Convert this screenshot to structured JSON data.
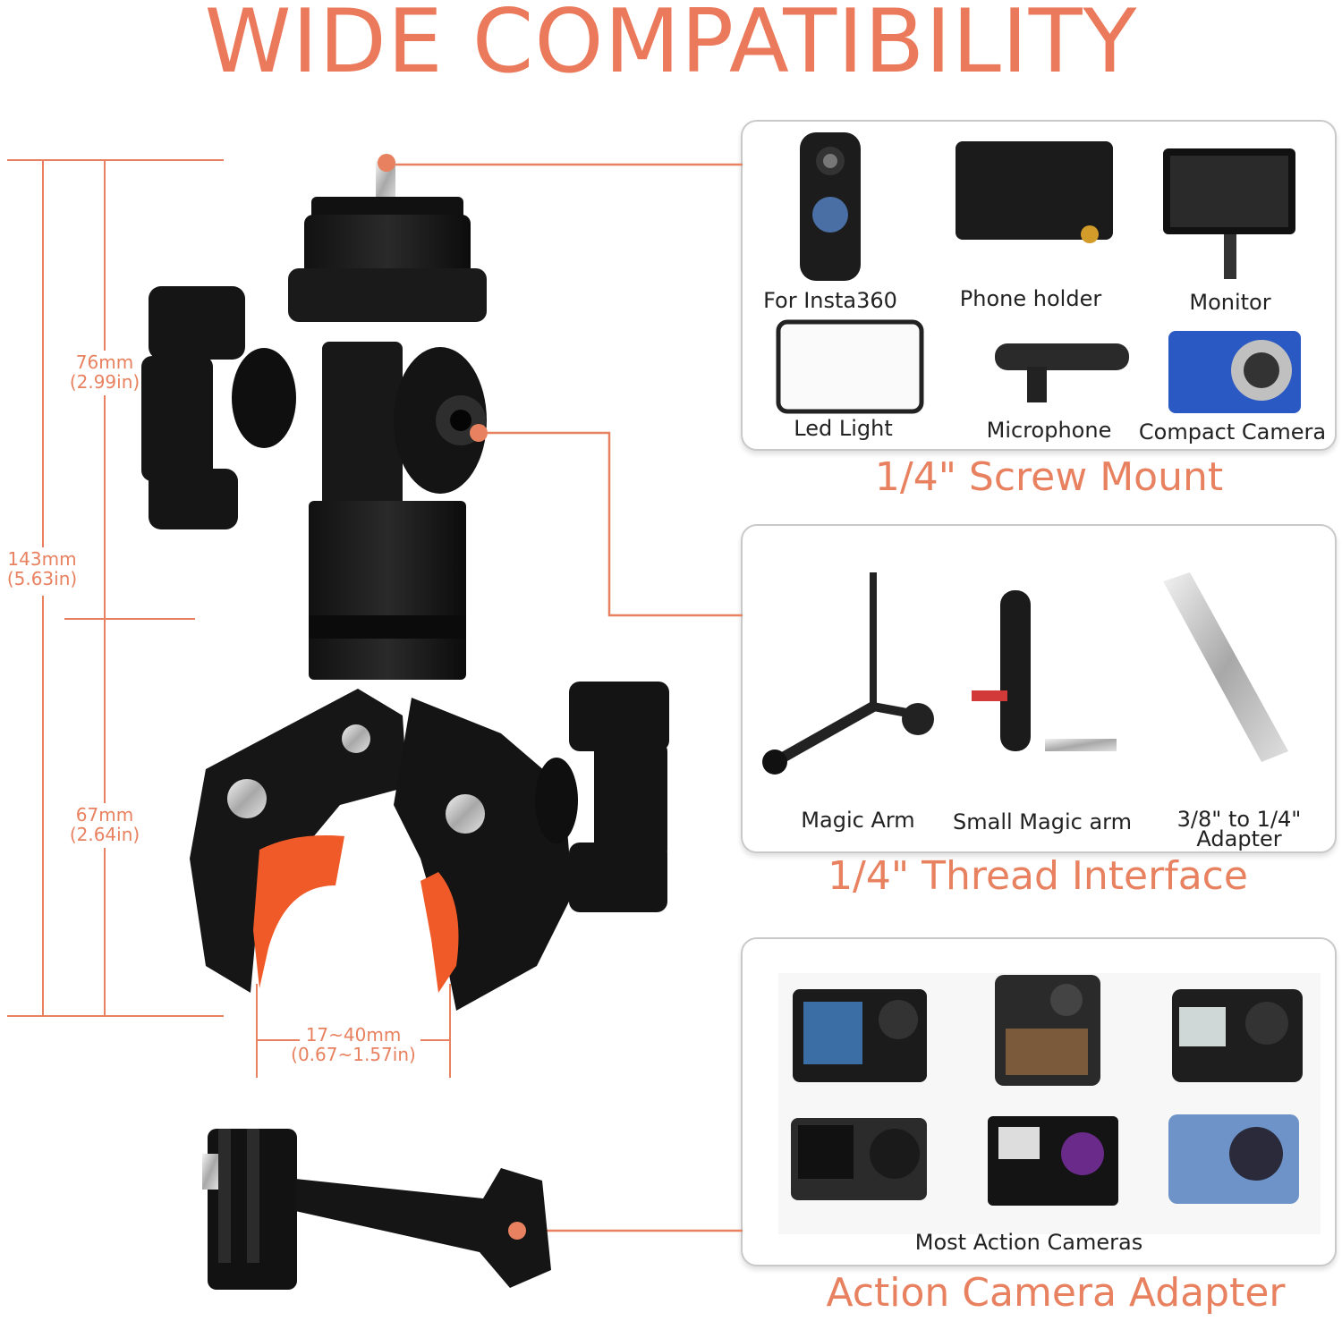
{
  "title": "WIDE COMPATIBILITY",
  "accent_color": "#ea7a5b",
  "dimensions": {
    "upper": {
      "mm": "76mm",
      "in": "(2.99in)"
    },
    "total": {
      "mm": "143mm",
      "in": "(5.63in)"
    },
    "lower": {
      "mm": "67mm",
      "in": "(2.64in)"
    },
    "clamp": {
      "mm": "17~40mm",
      "in": "(0.67~1.57in)"
    }
  },
  "panels": {
    "screw_mount": {
      "title": "1/4\" Screw Mount",
      "items": [
        "For Insta360",
        "Phone holder",
        "Monitor",
        "Led Light",
        "Microphone",
        "Compact Camera"
      ]
    },
    "thread_interface": {
      "title": "1/4\" Thread Interface",
      "items": [
        "Magic Arm",
        "Small Magic arm",
        "3/8\" to 1/4\"",
        "Adapter"
      ]
    },
    "action_camera": {
      "title": "Action Camera Adapter",
      "items": [
        "Most Action Cameras"
      ]
    }
  }
}
